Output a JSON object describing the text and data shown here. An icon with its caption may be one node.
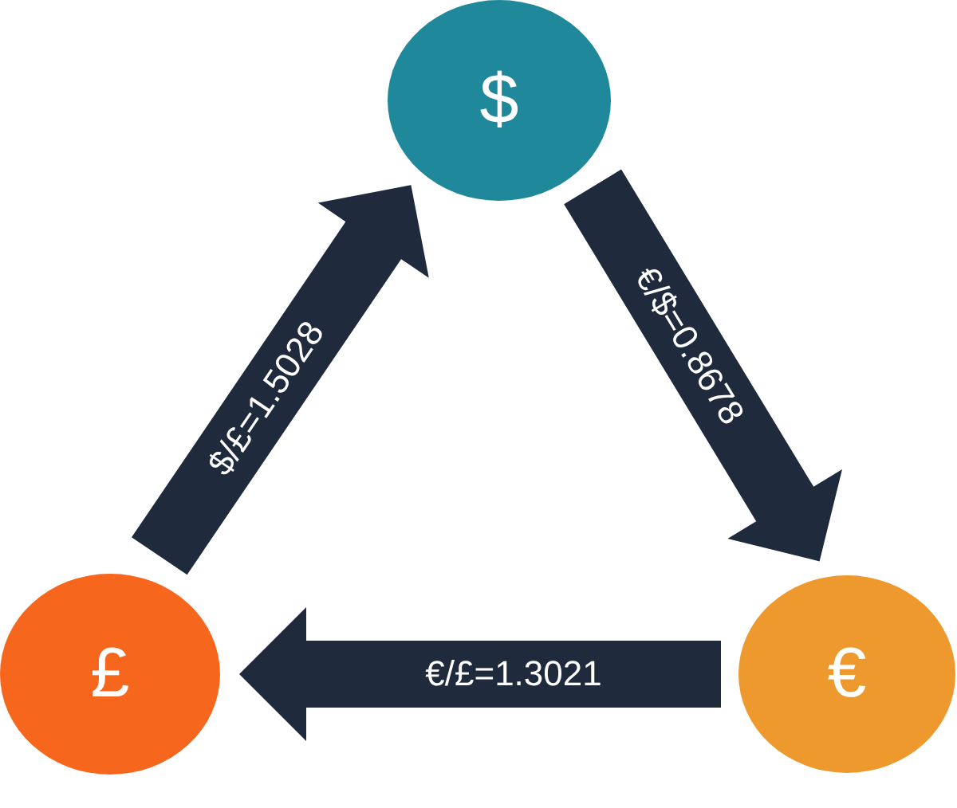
{
  "diagram": {
    "nodes": [
      {
        "text": [
          "$"
        ]
      },
      {
        "text": [
          "£"
        ]
      },
      {
        "text": [
          "€"
        ]
      }
    ],
    "edges": [
      {
        "from": 1,
        "to": 0,
        "arrow": "to",
        "label": "$/£=1.5028"
      },
      {
        "from": 0,
        "to": 2,
        "arrow": "to",
        "label": "€/$=0.8678"
      },
      {
        "from": 2,
        "to": 1,
        "arrow": "to",
        "label": "€/£=1.3021"
      }
    ]
  }
}
